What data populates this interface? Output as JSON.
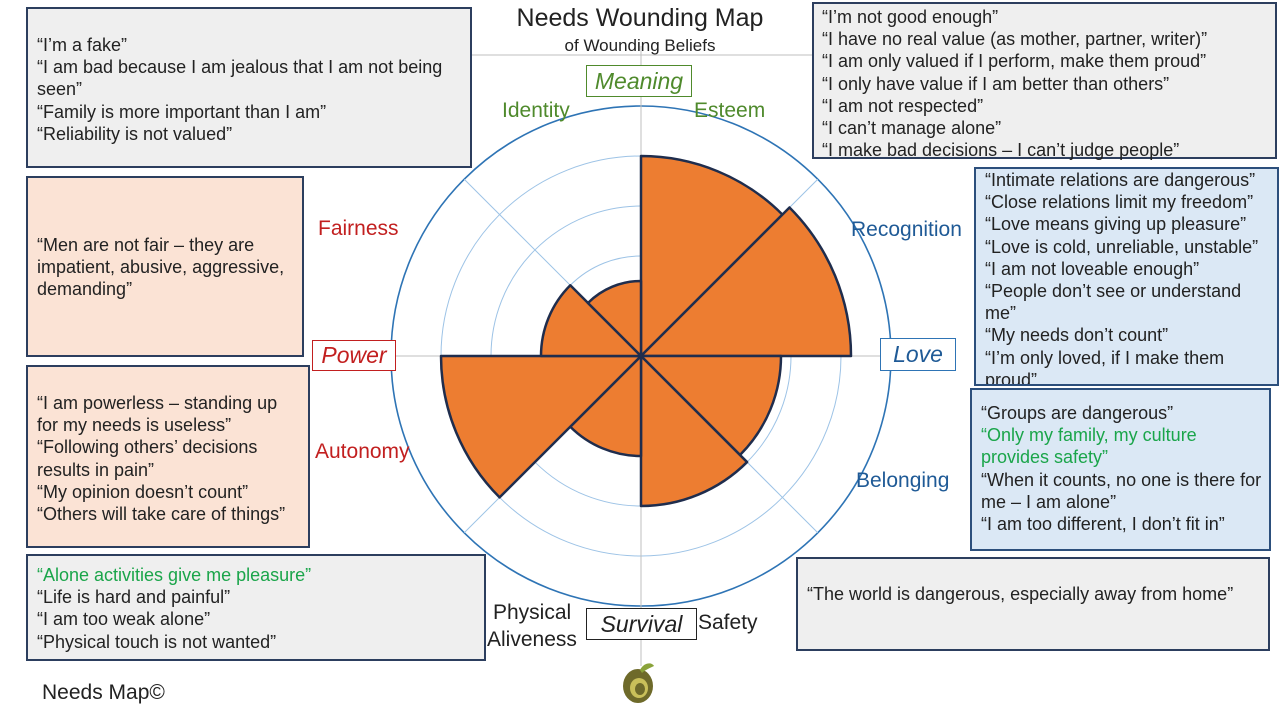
{
  "title": "Needs Wounding Map",
  "subtitle": "of Wounding Beliefs",
  "footer": "Needs Map©",
  "logo_icon": "spiral-seed-logo-icon",
  "colors": {
    "wedge_fill": "#ed7d31",
    "wedge_stroke": "#1f2d4d",
    "ring": "#2e74b5",
    "green": "#1aa54a",
    "red": "#c21f1f",
    "blue": "#1f5a96"
  },
  "chart_data": {
    "type": "polar-area",
    "scale_max": 5,
    "rings": 5,
    "segments": [
      {
        "name": "Esteem",
        "value": 4.0
      },
      {
        "name": "Recognition",
        "value": 4.2
      },
      {
        "name": "Belonging",
        "value": 2.8
      },
      {
        "name": "Safety",
        "value": 3.0
      },
      {
        "name": "Physical Aliveness",
        "value": 2.0
      },
      {
        "name": "Autonomy",
        "value": 4.0
      },
      {
        "name": "Fairness",
        "value": 2.0
      },
      {
        "name": "Identity",
        "value": 1.5
      }
    ]
  },
  "labels": {
    "meaning": "Meaning",
    "identity": "Identity",
    "esteem": "Esteem",
    "recognition": "Recognition",
    "love": "Love",
    "belonging": "Belonging",
    "safety": "Safety",
    "survival": "Survival",
    "physical_line1": "Physical",
    "physical_line2": "Aliveness",
    "autonomy": "Autonomy",
    "power": "Power",
    "fairness": "Fairness"
  },
  "boxes": {
    "identity": [
      "“I’m a fake”",
      "“I am bad because I am jealous that I am not being seen”",
      "“Family is more important than I am”",
      "“Reliability is not valued”"
    ],
    "esteem": [
      "“I’m not good enough”",
      "“I have no real value (as mother, partner, writer)”",
      "“I am only valued if I perform, make them proud”",
      "“I only have value if I am better than others”",
      "“I am not respected”",
      "“I can’t manage alone”",
      "“I make bad decisions – I can’t judge people”"
    ],
    "fairness": [
      "“Men are not fair – they are impatient, abusive, aggressive, demanding”"
    ],
    "recognition": [
      "“Intimate relations are dangerous”",
      "“Close relations limit my freedom”",
      "“Love means giving up pleasure”",
      "“Love is cold, unreliable, unstable”",
      "“I am not loveable enough”",
      "“People don’t see or understand me”",
      "“My needs don’t count”",
      "“I’m only loved, if I make them proud”"
    ],
    "autonomy": [
      "“I am powerless – standing up for my needs is useless”",
      "“Following others’ decisions results in pain”",
      "“My opinion doesn’t count”",
      "“Others will take care of things”"
    ],
    "belonging": [
      "“Groups are dangerous”",
      "“Only my family, my culture provides safety”",
      "“When it counts, no one is there for me – I am alone”",
      "“I am too different, I don’t fit in”"
    ],
    "physical": [
      "“Alone activities give me pleasure”",
      "“Life is hard and painful”",
      "“I am too weak alone”",
      "“Physical touch is not wanted”"
    ],
    "safety": [
      "“The world is dangerous, especially away from home”"
    ]
  }
}
